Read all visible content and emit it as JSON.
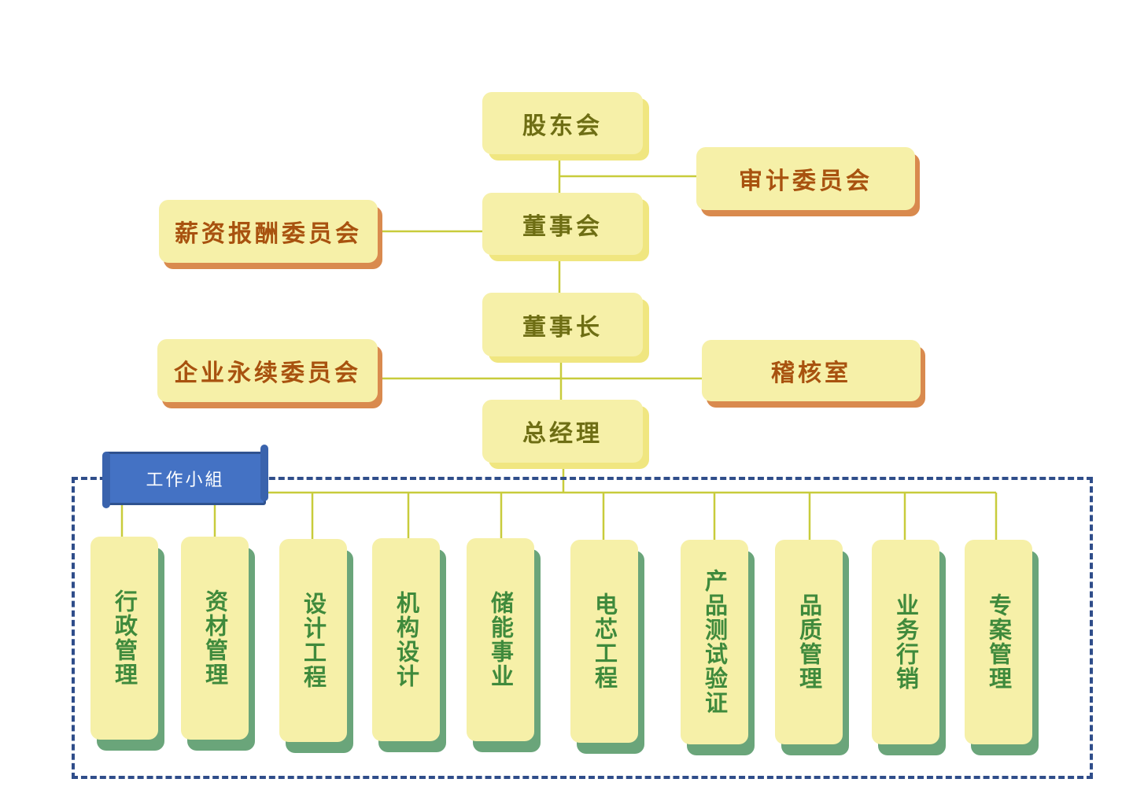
{
  "top_chain": {
    "shareholders": "股东会",
    "board": "董事会",
    "chairman": "董事长",
    "general_manager": "总经理"
  },
  "side_committees": {
    "audit": "审计委员会",
    "compensation": "薪资报酬委员会",
    "sustainability": "企业永续委员会",
    "inspection": "稽核室"
  },
  "working_group": {
    "label": "工作小組"
  },
  "departments": [
    "行政管理",
    "资材管理",
    "设计工程",
    "机构设计",
    "储能事业",
    "电芯工程",
    "产品测试验证",
    "品质管理",
    "业务行销",
    "专案管理"
  ],
  "colors": {
    "box_fill": "#f6f0a8",
    "top_box_shadow": "#f0e680",
    "committee_shadow": "#d98a4e",
    "department_shadow": "#6aa57a",
    "connector": "#c8cc3c",
    "frame_border": "#2f4d8a",
    "banner_fill": "#4472c4"
  }
}
